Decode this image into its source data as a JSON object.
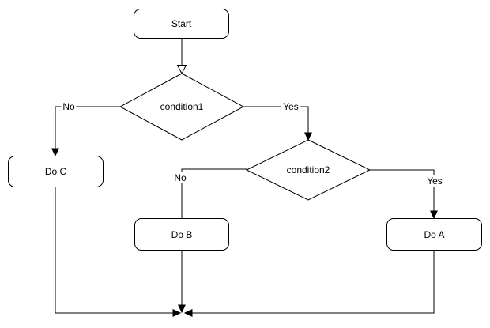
{
  "diagram": {
    "type": "flowchart",
    "background_color": "#ffffff",
    "stroke_color": "#000000",
    "text_color": "#000000",
    "node_fill_color": "#ffffff",
    "nodes": {
      "start": {
        "label": "Start",
        "shape": "rounded-rectangle"
      },
      "condition1": {
        "label": "condition1",
        "shape": "diamond"
      },
      "condition2": {
        "label": "condition2",
        "shape": "diamond"
      },
      "do_c": {
        "label": "Do C",
        "shape": "rounded-rectangle"
      },
      "do_b": {
        "label": "Do B",
        "shape": "rounded-rectangle"
      },
      "do_a": {
        "label": "Do A",
        "shape": "rounded-rectangle"
      }
    },
    "edges": [
      {
        "from": "start",
        "to": "condition1",
        "label": "",
        "arrowhead": "open-triangle"
      },
      {
        "from": "condition1",
        "to": "do_c",
        "label": "No",
        "arrowhead": "solid-triangle"
      },
      {
        "from": "condition1",
        "to": "condition2",
        "label": "Yes",
        "arrowhead": "solid-triangle"
      },
      {
        "from": "condition2",
        "to": "do_b",
        "label": "No",
        "arrowhead": "none"
      },
      {
        "from": "condition2",
        "to": "do_a",
        "label": "Yes",
        "arrowhead": "solid-triangle"
      },
      {
        "from": "do_c",
        "to": "merge-point",
        "label": "",
        "arrowhead": "solid-triangle"
      },
      {
        "from": "do_b",
        "to": "merge-point",
        "label": "",
        "arrowhead": "solid-triangle"
      },
      {
        "from": "do_a",
        "to": "merge-point",
        "label": "",
        "arrowhead": "solid-triangle"
      }
    ]
  }
}
